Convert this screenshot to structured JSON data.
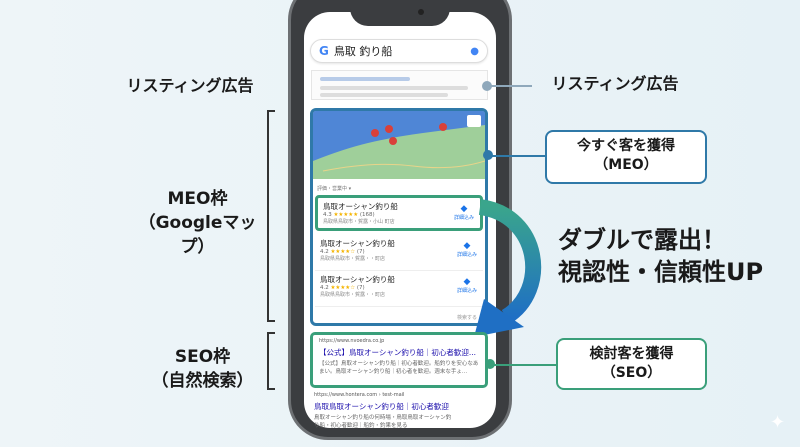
{
  "phone": {
    "search_query": "鳥取 釣り船",
    "google_logo": "G",
    "mic_icon": "microphone-icon",
    "map_filter": "評価・営業中 ▾",
    "listings": [
      {
        "name": "鳥取オーシャン釣り船",
        "rating": "4.3",
        "stars": "★★★★★",
        "reviews": "(168)",
        "address": "鳥取県鳥取市・賀露・小山 町店",
        "directions": "詳細込み"
      },
      {
        "name": "鳥取オーシャン釣り船",
        "rating": "4.2",
        "stars": "★★★★☆",
        "reviews": "(7)",
        "address": "鳥取県鳥取市・賀露・・町店",
        "directions": "詳細込み"
      },
      {
        "name": "鳥取オーシャン釣り船",
        "rating": "4.2",
        "stars": "★★★★☆",
        "reviews": "(7)",
        "address": "鳥取県鳥取市・賀露・・町店",
        "directions": "詳細込み"
      }
    ],
    "more_places": "検索する",
    "seo_results": [
      {
        "url": "https://www.nvoedra.co.jp",
        "title": "【公式】鳥取オーシャン釣り船｜初心者歓迎...",
        "desc1": "【公式】鳥取オーシャン釣り船｜初心者歓迎。船釣りを安心なあ",
        "desc2": "まい。鳥取オーシャン釣り船｜初心者を歓迎。週末な手ょ..."
      },
      {
        "url": "https://www.hontera.com › test-mail",
        "title": "鳥取鳥取オーシャン釣り船｜初心者歓迎",
        "desc1": "鳥取オーシャン釣り船の何時場・鳥取鳥取オーシャン釣",
        "desc2": "り船・初心者歓迎｜船釣・釣果を見る"
      }
    ]
  },
  "left_labels": {
    "listing": "リスティング広告",
    "meo_line1": "MEO枠",
    "meo_line2": "（Googleマップ）",
    "seo_line1": "SEO枠",
    "seo_line2": "（自然検索）"
  },
  "right_labels": {
    "listing": "リスティング広告",
    "meo_line1": "今すぐ客を獲得",
    "meo_line2": "（MEO）",
    "headline_line1": "ダブルで露出！",
    "headline_line2": "視認性・信頼性UP",
    "seo_line1": "検討客を獲得",
    "seo_line2": "（SEO）"
  },
  "colors": {
    "meo_blue": "#2f79a8",
    "seo_green": "#3a9f7a",
    "listing_gray": "#8fa8bb",
    "arrow_start": "#3aa58c",
    "arrow_end": "#1f6fc4"
  }
}
